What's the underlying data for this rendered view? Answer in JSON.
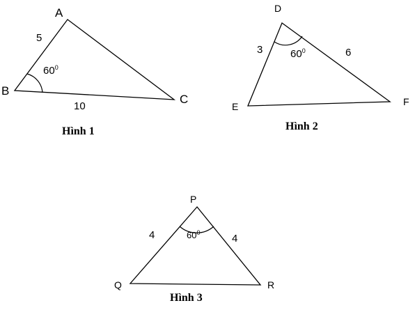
{
  "figures": [
    {
      "caption": "Hình 1",
      "vertices": [
        "A",
        "B",
        "C"
      ],
      "sides": {
        "AB": "5",
        "BC": "10"
      },
      "angle": {
        "at": "B",
        "value": "60",
        "unit": "0"
      }
    },
    {
      "caption": "Hình 2",
      "vertices": [
        "D",
        "E",
        "F"
      ],
      "sides": {
        "DE": "3",
        "DF": "6"
      },
      "angle": {
        "at": "D",
        "value": "60",
        "unit": "0"
      }
    },
    {
      "caption": "Hình 3",
      "vertices": [
        "P",
        "Q",
        "R"
      ],
      "sides": {
        "PQ": "4",
        "PR": "4"
      },
      "angle": {
        "at": "P",
        "value": "60",
        "unit": "0"
      }
    }
  ]
}
